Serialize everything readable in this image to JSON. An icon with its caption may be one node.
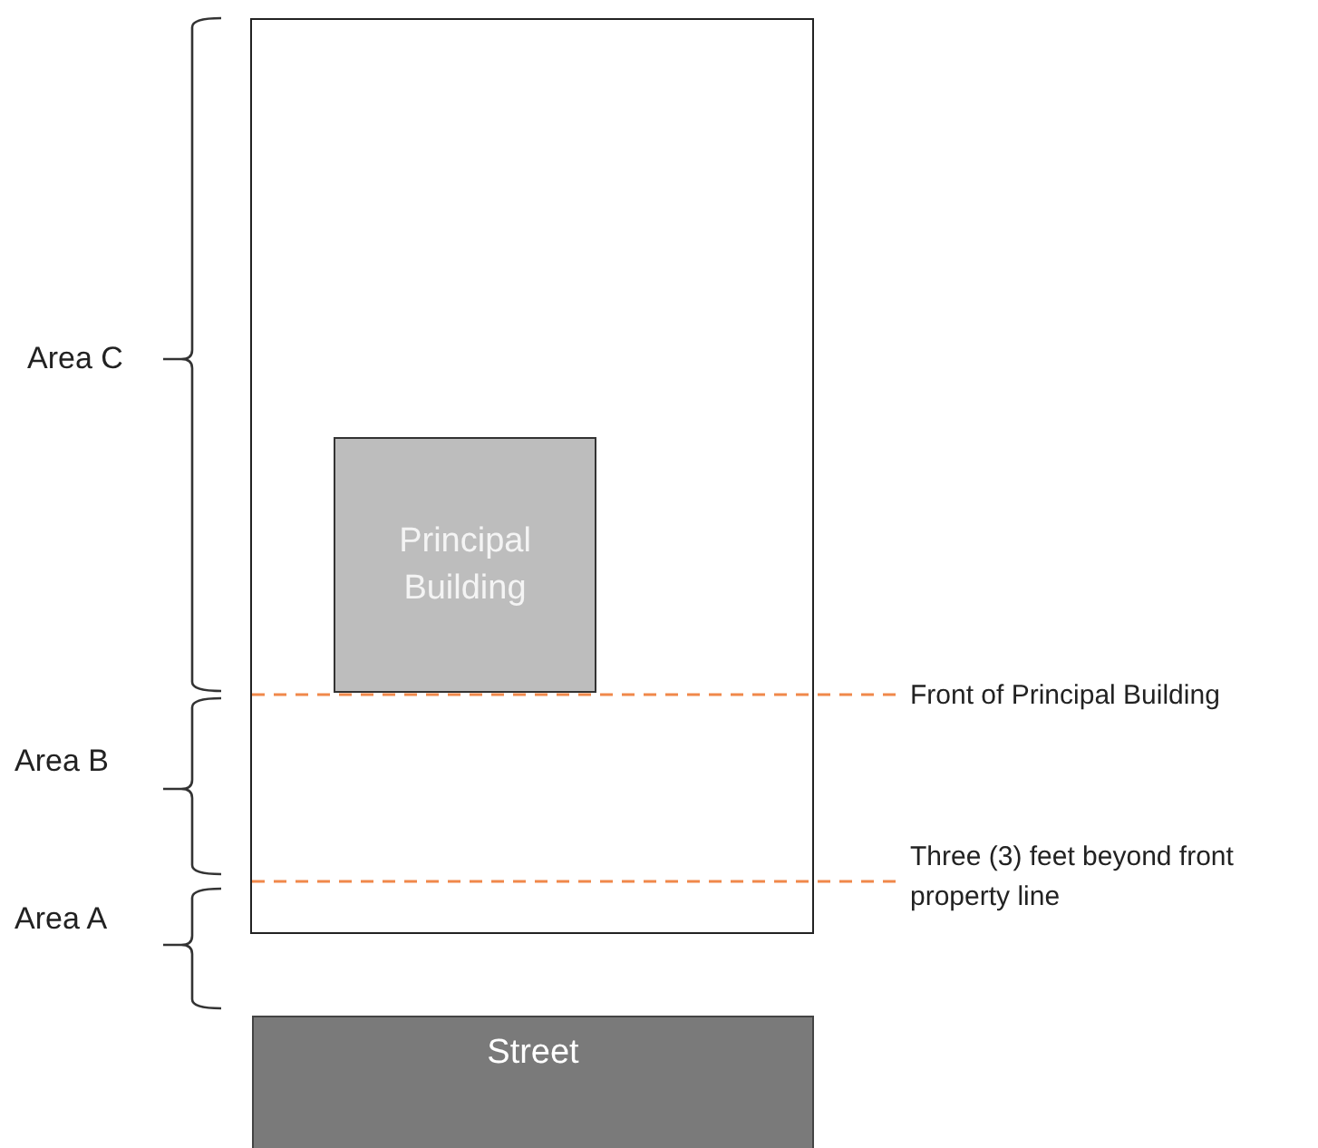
{
  "diagram": {
    "nodes": [
      {
        "text": [],
        "shape": "box"
      },
      {
        "text": [
          "Principal Building"
        ],
        "in": 0
      },
      {
        "text": [
          "Street"
        ]
      }
    ],
    "labels": [
      "Area C",
      "Front of Principal Building",
      "Area B",
      "Three (3) feet beyond front property line",
      "Area A"
    ]
  }
}
